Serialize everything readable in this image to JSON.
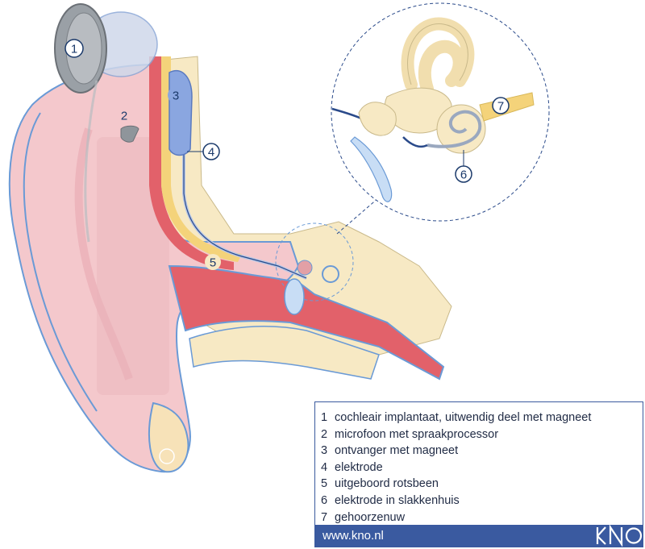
{
  "markers": [
    "1",
    "2",
    "3",
    "4",
    "5",
    "6",
    "7"
  ],
  "legend": {
    "items": [
      {
        "num": "1",
        "text": "cochleair implantaat, uitwendig deel met magneet"
      },
      {
        "num": "2",
        "text": "microfoon met spraakprocessor"
      },
      {
        "num": "3",
        "text": "ontvanger met magneet"
      },
      {
        "num": "4",
        "text": "elektrode"
      },
      {
        "num": "5",
        "text": "uitgeboord rotsbeen"
      },
      {
        "num": "6",
        "text": "elektrode in slakkenhuis"
      },
      {
        "num": "7",
        "text": "gehoorzenuw"
      }
    ],
    "website": "www.kno.nl",
    "logo_text": "KNO"
  },
  "colors": {
    "outline_blue": "#6a9ad6",
    "skin_pink": "#f4c8cc",
    "bone_cream": "#f7e9c4",
    "canal_red": "#e2616a",
    "device_grey": "#9aa0a6",
    "electrode_blue": "#2a4a8a",
    "footer_blue": "#3a5aa0"
  }
}
